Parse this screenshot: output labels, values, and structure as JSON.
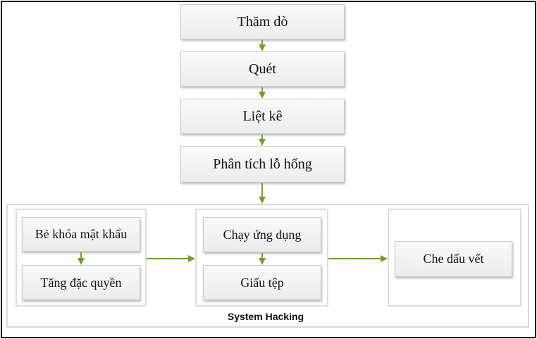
{
  "steps": {
    "recon": "Thăm dò",
    "scan": "Quét",
    "enum": "Liệt kê",
    "vuln": "Phân tích lỗ hổng"
  },
  "system_hacking": {
    "title": "System Hacking",
    "group1": {
      "crack": "Bẻ khóa mật khẩu",
      "escalate": "Tăng đặc quyền"
    },
    "group2": {
      "execute": "Chạy ứng dụng",
      "hide": "Giấu tệp"
    },
    "group3": {
      "cover": "Che dấu vết"
    }
  },
  "colors": {
    "arrow": "#7a9a3a",
    "border": "#1a1a1a"
  }
}
